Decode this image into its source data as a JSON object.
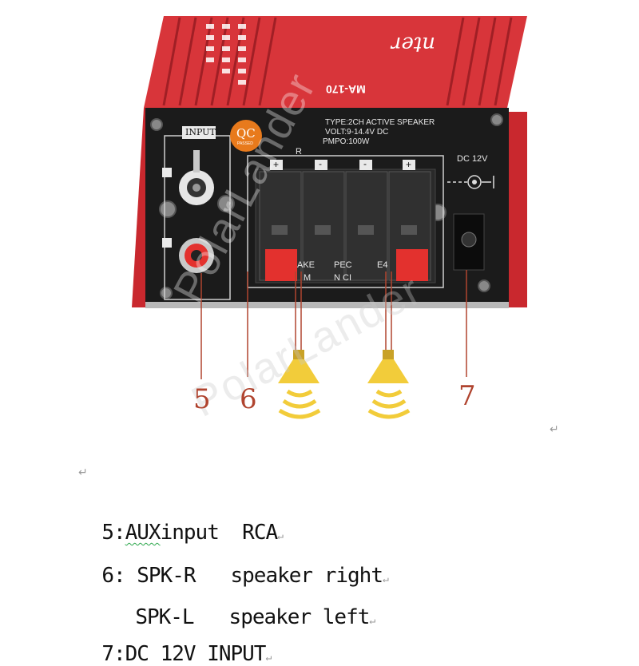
{
  "device": {
    "brand_text": "nter",
    "model_text": "MA-170",
    "input_label": "INPUT",
    "qc_text": "QC",
    "qc_sub": "PASSED",
    "spec_lines": [
      "TYPE:2CH ACTIVE SPEAKER",
      "VOLT:9-14.4V DC",
      "PMPO:100W"
    ],
    "dc_label": "DC 12V",
    "channel_r": "R",
    "terminal_marks": [
      "+",
      "-",
      "-",
      "+"
    ],
    "speaker_text_1": "AKE",
    "speaker_text_2": "PEC",
    "speaker_text_3": "E4",
    "speaker_text_4": "M",
    "speaker_text_5": "N CI"
  },
  "callouts": {
    "c5": "5",
    "c6": "6",
    "c7": "7"
  },
  "watermark": "PolarLander",
  "para_mark": "↵",
  "legend": {
    "line1_a": "5:",
    "line1_b": "AUX",
    "line1_c": "input  RCA",
    "line2": "6: SPK-R   speaker right",
    "line3": "SPK-L   speaker left",
    "line4": "7:DC 12V INPUT"
  },
  "colors": {
    "amp_red": "#d8353a",
    "panel_black": "#1b1b1b",
    "callout": "#b0442f",
    "speaker_yellow": "#f2cc3a"
  }
}
